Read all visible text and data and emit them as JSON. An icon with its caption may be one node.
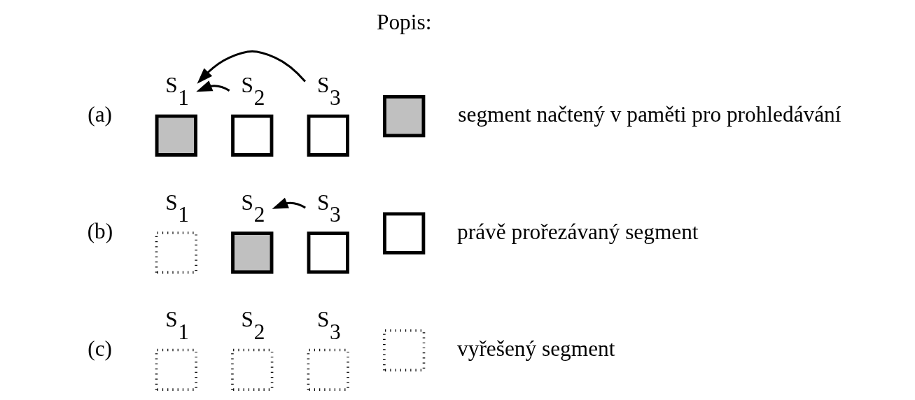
{
  "diagram": {
    "nodes": [
      {
        "text": [
          "S$_{1}$"
        ]
      },
      {
        "text": [
          "S$_{2}$"
        ]
      },
      {
        "text": [
          "S$_{3}$"
        ]
      },
      {
        "text": [
          "S$_{1}$"
        ]
      },
      {
        "text": [
          "S$_{2}$"
        ]
      },
      {
        "text": [
          "S$_{3}$"
        ]
      },
      {
        "text": [
          "S$_{1}$"
        ]
      },
      {
        "text": [
          "S$_{2}$"
        ]
      },
      {
        "text": [
          "S$_{3}$"
        ]
      },
      {
        "text": [],
        "shape": "box"
      },
      {
        "text": [],
        "shape": "box"
      },
      {
        "text": [],
        "shape": "box"
      }
    ],
    "edges": [
      {
        "from": 1,
        "to": 0,
        "arrow": "to"
      },
      {
        "from": 2,
        "to": 0,
        "arrow": "to"
      },
      {
        "from": 5,
        "to": 4,
        "arrow": "to"
      }
    ],
    "labels": [
      "(a)",
      "(b)",
      "(c)",
      "Popis:"
    ],
    "legend": [
      {
        "text": "segment načtený v paměti pro prohledávání",
        "color": "#c0c0c0"
      },
      {
        "text": "právě prořezávaný segment"
      },
      {
        "text": "vyřešený segment"
      }
    ]
  }
}
